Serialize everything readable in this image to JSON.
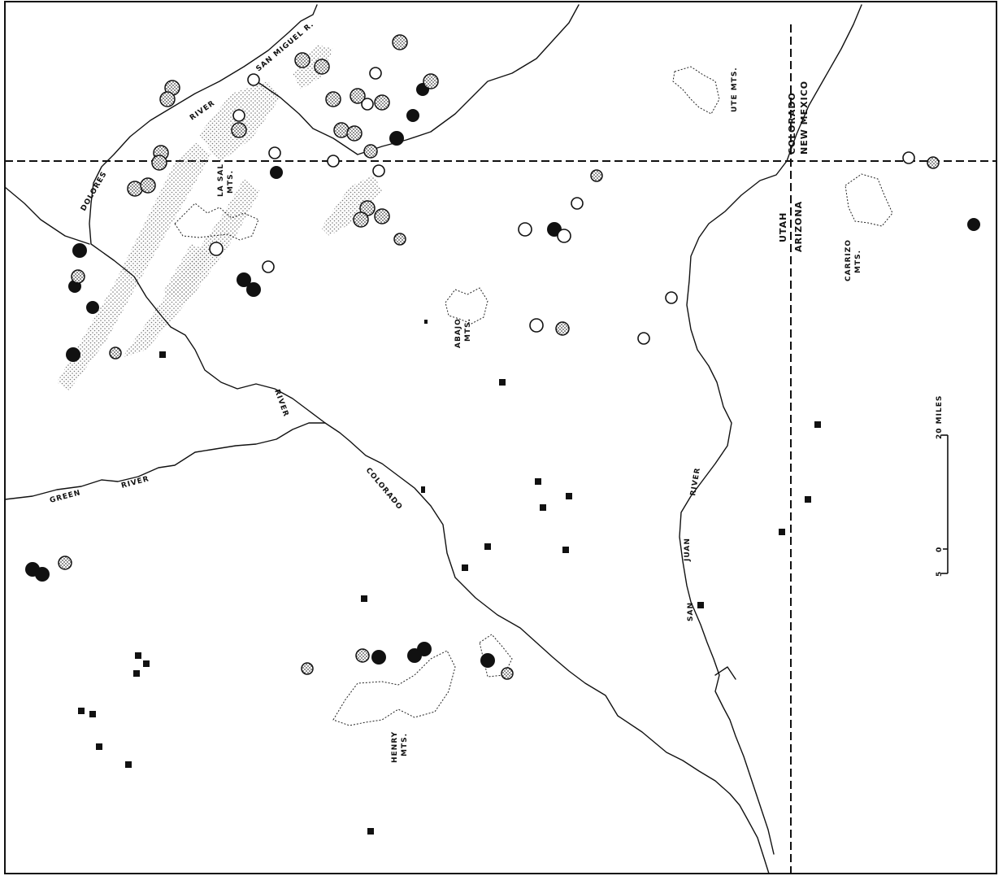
{
  "map": {
    "colors": {
      "ink": "#111111",
      "stipple": "#9a9a9a",
      "paper": "#ffffff"
    },
    "states": {
      "colorado": "COLORADO",
      "new_mexico": "NEW MEXICO",
      "utah": "UTAH",
      "arizona": "ARIZONA"
    },
    "rivers": {
      "san_miguel": "SAN MIGUEL R.",
      "river_upper": "RIVER",
      "dolores": "DOLORES",
      "colorado_river_a": "RIVER",
      "colorado_river_b": "COLORADO",
      "green": "GREEN",
      "green_river": "RIVER",
      "san_juan_a": "SAN",
      "san_juan_b": "JUAN",
      "san_juan_river": "RIVER"
    },
    "mountains": {
      "ute": "UTE MTS.",
      "la_sal_a": "LA SAL",
      "la_sal_b": "MTS.",
      "abajo_a": "ABAJO",
      "abajo_b": "MTS.",
      "carrizo_a": "CARRIZO",
      "carrizo_b": "MTS.",
      "henry_a": "HENRY",
      "henry_b": "MTS."
    },
    "scale": {
      "zero": "0",
      "five": "5",
      "twenty": "20 MILES"
    },
    "symbols": {
      "filled_circle": "filled-circle-icon",
      "open_circle": "open-circle-icon",
      "stippled_circle": "stippled-circle-icon",
      "square": "square-icon"
    }
  }
}
